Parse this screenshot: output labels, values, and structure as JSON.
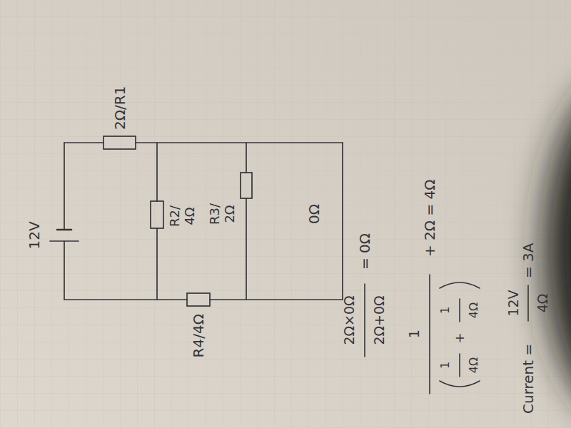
{
  "diagram": {
    "labels": [
      "12V",
      "2Ω/R1",
      "R2/ 4Ω",
      "R3/ 2Ω",
      "0Ω",
      "R4/4Ω",
      "2Ω×0Ω",
      "2Ω+0Ω",
      "= 0Ω",
      "1",
      "1",
      "4Ω",
      "+",
      "1",
      "4Ω",
      "+ 2Ω = 4Ω",
      "Current =",
      "12V",
      "4Ω",
      "= 3A"
    ]
  }
}
